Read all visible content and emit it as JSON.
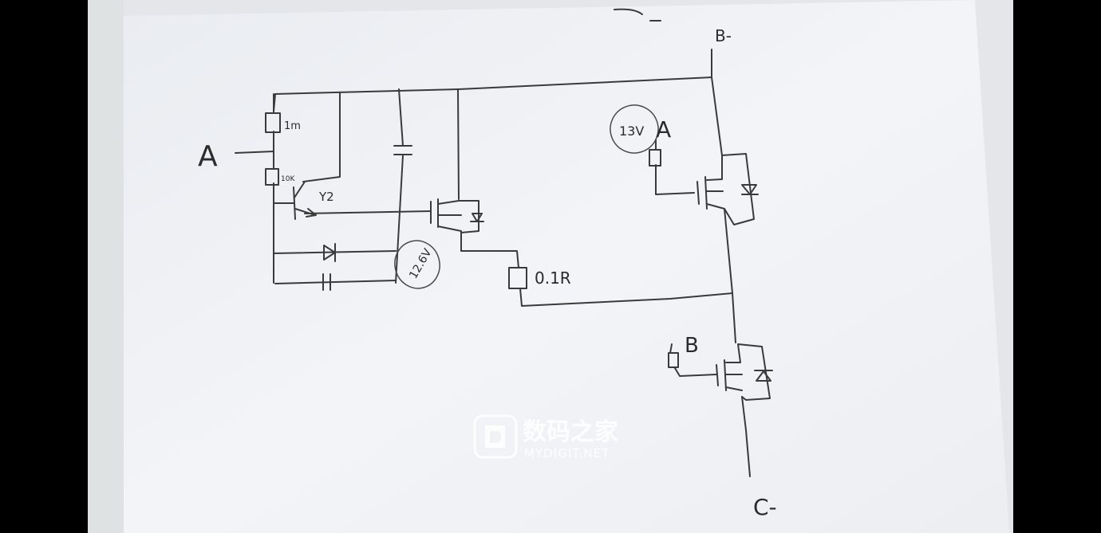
{
  "labels": {
    "input_a": "A",
    "resistor_1m": "1m",
    "resistor_10k": "10K",
    "transistor": "Y2",
    "voltage_12v6": "12.6V",
    "resistor_01r": "0.1R",
    "voltage_13v": "13V",
    "gate_a": "A",
    "gate_b": "B",
    "terminal_b": "B-",
    "terminal_c": "C-"
  },
  "watermark": {
    "name": "数码之家",
    "url": "MYDIGIT.NET"
  },
  "colors": {
    "background": "#000000",
    "paper": "#f2f3f6",
    "ink": "#3a3a3a"
  }
}
